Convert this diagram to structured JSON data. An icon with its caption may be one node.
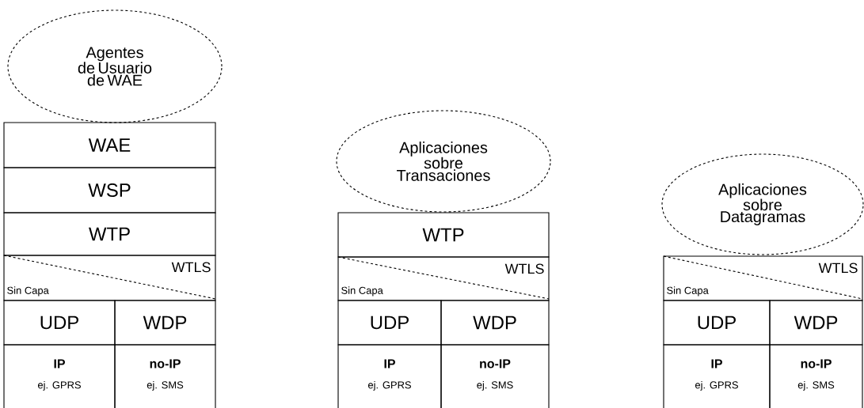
{
  "diagram": {
    "nodes": [
      {
        "text": [
          "Agentes de Usuario de WAE"
        ]
      },
      {
        "text": [
          "WAE"
        ]
      },
      {
        "text": [
          "WSP"
        ]
      },
      {
        "text": [
          "WTP"
        ]
      },
      {
        "text": [
          "WTLS",
          "Sin Capa"
        ]
      },
      {
        "text": [
          "UDP"
        ]
      },
      {
        "text": [
          "WDP"
        ]
      },
      {
        "text": [
          "IP",
          "ej. GPRS"
        ]
      },
      {
        "text": [
          "no-IP",
          "ej. SMS"
        ]
      },
      {
        "text": [
          "Aplicaciones sobre Transaciones"
        ]
      },
      {
        "text": [
          "WTP"
        ]
      },
      {
        "text": [
          "WTLS",
          "Sin Capa"
        ]
      },
      {
        "text": [
          "UDP"
        ]
      },
      {
        "text": [
          "WDP"
        ]
      },
      {
        "text": [
          "IP",
          "ej. GPRS"
        ]
      },
      {
        "text": [
          "no-IP",
          "ej. SMS"
        ]
      },
      {
        "text": [
          "Aplicaciones sobre Datagramas"
        ]
      },
      {
        "text": [
          "WTLS",
          "Sin Capa"
        ]
      },
      {
        "text": [
          "UDP"
        ]
      },
      {
        "text": [
          "WDP"
        ]
      },
      {
        "text": [
          "IP",
          "ej. GPRS"
        ]
      },
      {
        "text": [
          "no-IP",
          "ej. SMS"
        ]
      }
    ]
  }
}
